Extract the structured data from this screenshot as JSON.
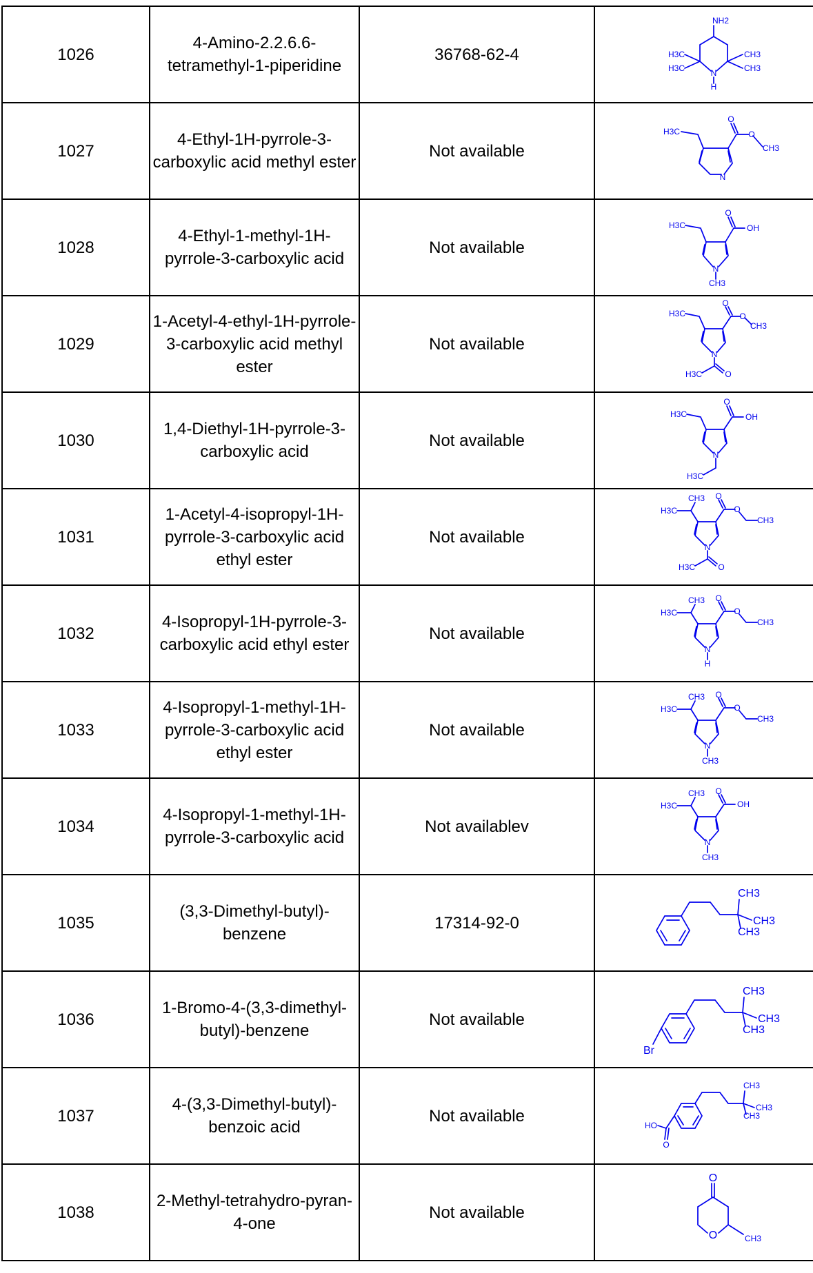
{
  "rows": [
    {
      "id": "1026",
      "name": "4-Amino-2.2.6.6-tetramethyl-1-piperidine",
      "cas": "36768-62-4",
      "structure": {
        "labels": [
          "NH2",
          "H3C",
          "H3C",
          "N",
          "H",
          "CH3",
          "CH3"
        ]
      }
    },
    {
      "id": "1027",
      "name": "4-Ethyl-1H-pyrrole-3-carboxylic acid methyl ester",
      "cas": "Not available",
      "structure": {
        "labels": [
          "H3C",
          "O",
          "O",
          "CH3",
          "N"
        ]
      }
    },
    {
      "id": "1028",
      "name": "4-Ethyl-1-methyl-1H-pyrrole-3-carboxylic acid",
      "cas": "Not available",
      "structure": {
        "labels": [
          "H3C",
          "O",
          "OH",
          "N",
          "CH3"
        ]
      }
    },
    {
      "id": "1029",
      "name": "1-Acetyl-4-ethyl-1H-pyrrole-3-carboxylic acid methyl ester",
      "cas": "Not available",
      "structure": {
        "labels": [
          "H3C",
          "O",
          "O",
          "CH3",
          "N",
          "H3C",
          "O"
        ]
      }
    },
    {
      "id": "1030",
      "name": "1,4-Diethyl-1H-pyrrole-3-carboxylic acid",
      "cas": "Not available",
      "structure": {
        "labels": [
          "H3C",
          "O",
          "OH",
          "N",
          "H3C"
        ]
      }
    },
    {
      "id": "1031",
      "name": "1-Acetyl-4-isopropyl-1H-pyrrole-3-carboxylic acid ethyl ester",
      "cas": "Not available",
      "structure": {
        "labels": [
          "CH3",
          "H3C",
          "O",
          "O",
          "CH3",
          "N",
          "H3C",
          "O"
        ]
      }
    },
    {
      "id": "1032",
      "name": "4-Isopropyl-1H-pyrrole-3-carboxylic acid ethyl ester",
      "cas": "Not available",
      "structure": {
        "labels": [
          "CH3",
          "H3C",
          "O",
          "O",
          "CH3",
          "N",
          "H"
        ]
      }
    },
    {
      "id": "1033",
      "name": "4-Isopropyl-1-methyl-1H-pyrrole-3-carboxylic acid ethyl ester",
      "cas": "Not available",
      "structure": {
        "labels": [
          "CH3",
          "H3C",
          "O",
          "O",
          "CH3",
          "N",
          "CH3"
        ]
      }
    },
    {
      "id": "1034",
      "name": "4-Isopropyl-1-methyl-1H-pyrrole-3-carboxylic acid",
      "cas": "Not availablev",
      "structure": {
        "labels": [
          "CH3",
          "H3C",
          "O",
          "OH",
          "N",
          "CH3"
        ]
      }
    },
    {
      "id": "1035",
      "name": "(3,3-Dimethyl-butyl)-benzene",
      "cas": "17314-92-0",
      "structure": {
        "labels": [
          "CH3",
          "CH3",
          "CH3"
        ]
      }
    },
    {
      "id": "1036",
      "name": "1-Bromo-4-(3,3-dimethyl-butyl)-benzene",
      "cas": "Not available",
      "structure": {
        "labels": [
          "CH3",
          "CH3",
          "CH3",
          "Br"
        ]
      }
    },
    {
      "id": "1037",
      "name": "4-(3,3-Dimethyl-butyl)-benzoic acid",
      "cas": "Not available",
      "structure": {
        "labels": [
          "CH3",
          "CH3",
          "CH3",
          "HO",
          "O"
        ]
      }
    },
    {
      "id": "1038",
      "name": "2-Methyl-tetrahydro-pyran-4-one",
      "cas": "Not available",
      "structure": {
        "labels": [
          "O",
          "O",
          "CH3"
        ]
      }
    }
  ],
  "colors": {
    "structure": "#0000ee",
    "border": "#000000",
    "text": "#000000"
  }
}
